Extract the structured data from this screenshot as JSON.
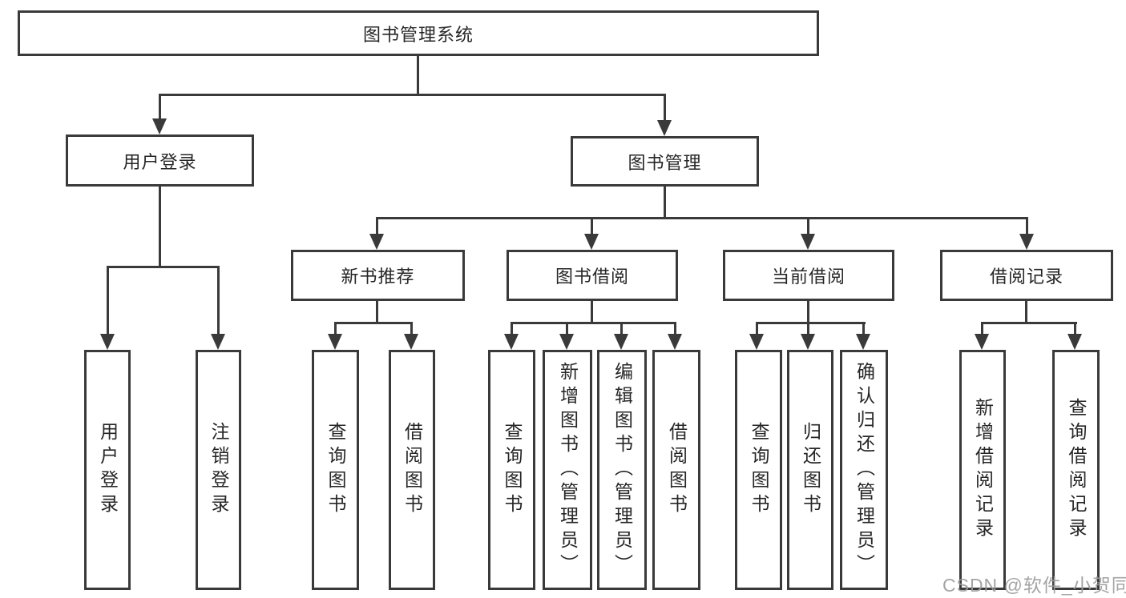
{
  "tree": {
    "root": "图书管理系统",
    "children": [
      {
        "label": "用户登录",
        "children": [
          {
            "label": "用户登录"
          },
          {
            "label": "注销登录"
          }
        ]
      },
      {
        "label": "图书管理",
        "children": [
          {
            "label": "新书推荐",
            "children": [
              {
                "label": "查询图书"
              },
              {
                "label": "借阅图书"
              }
            ]
          },
          {
            "label": "图书借阅",
            "children": [
              {
                "label": "查询图书"
              },
              {
                "label": "新增图书（管理员）"
              },
              {
                "label": "编辑图书（管理员）"
              },
              {
                "label": "借阅图书"
              }
            ]
          },
          {
            "label": "当前借阅",
            "children": [
              {
                "label": "查询图书"
              },
              {
                "label": "归还图书"
              },
              {
                "label": "确认归还（管理员）"
              }
            ]
          },
          {
            "label": "借阅记录",
            "children": [
              {
                "label": "新增借阅记录"
              },
              {
                "label": "查询借阅记录"
              }
            ]
          }
        ]
      }
    ]
  },
  "watermark": {
    "text": "CSDN @软件_小贺同学",
    "color": "#9b9b9b"
  },
  "colors": {
    "line": "#3a3a3a",
    "text": "#262626",
    "background": "#ffffff"
  }
}
